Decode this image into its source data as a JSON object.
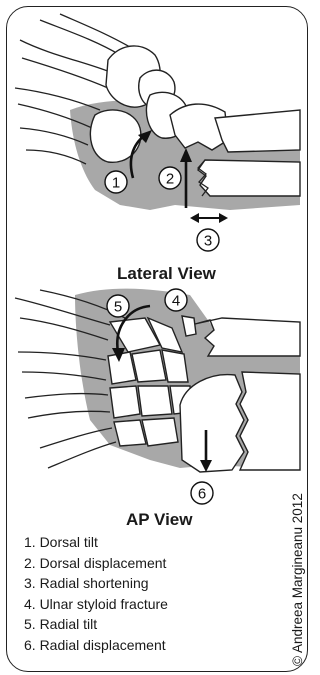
{
  "views": {
    "lateral_title": "Lateral View",
    "ap_title": "AP View"
  },
  "markers": [
    "1",
    "2",
    "3",
    "4",
    "5",
    "6"
  ],
  "legend": [
    "1. Dorsal tilt",
    "2. Dorsal displacement",
    "3. Radial shortening",
    "4. Ulnar styloid fracture",
    "5. Radial tilt",
    "6. Radial displacement"
  ],
  "credit": "© Andreea Margineanu 2012",
  "colors": {
    "bone_shading": "#a8a8a8",
    "outline": "#222222",
    "background": "#ffffff"
  }
}
